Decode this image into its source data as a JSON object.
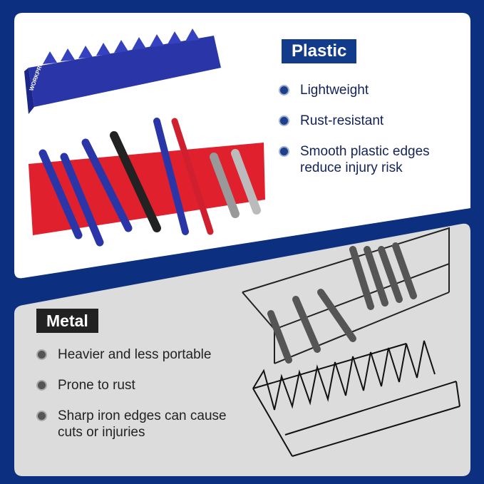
{
  "plastic": {
    "title": "Plastic",
    "points": [
      "Lightweight",
      "Rust-resistant",
      "Smooth plastic edges reduce injury risk"
    ],
    "brand": "WORKPRO",
    "colors": {
      "tray_blue": "#2a36a8",
      "tray_red": "#e0202c",
      "badge": "#133b8b"
    }
  },
  "metal": {
    "title": "Metal",
    "points": [
      "Heavier and less portable",
      "Prone to rust",
      "Sharp iron edges can cause cuts or injuries"
    ],
    "colors": {
      "badge": "#222222",
      "wire": "#1a1a1a",
      "panel": "#dcdcdc"
    }
  },
  "background": "#0d2f7f"
}
